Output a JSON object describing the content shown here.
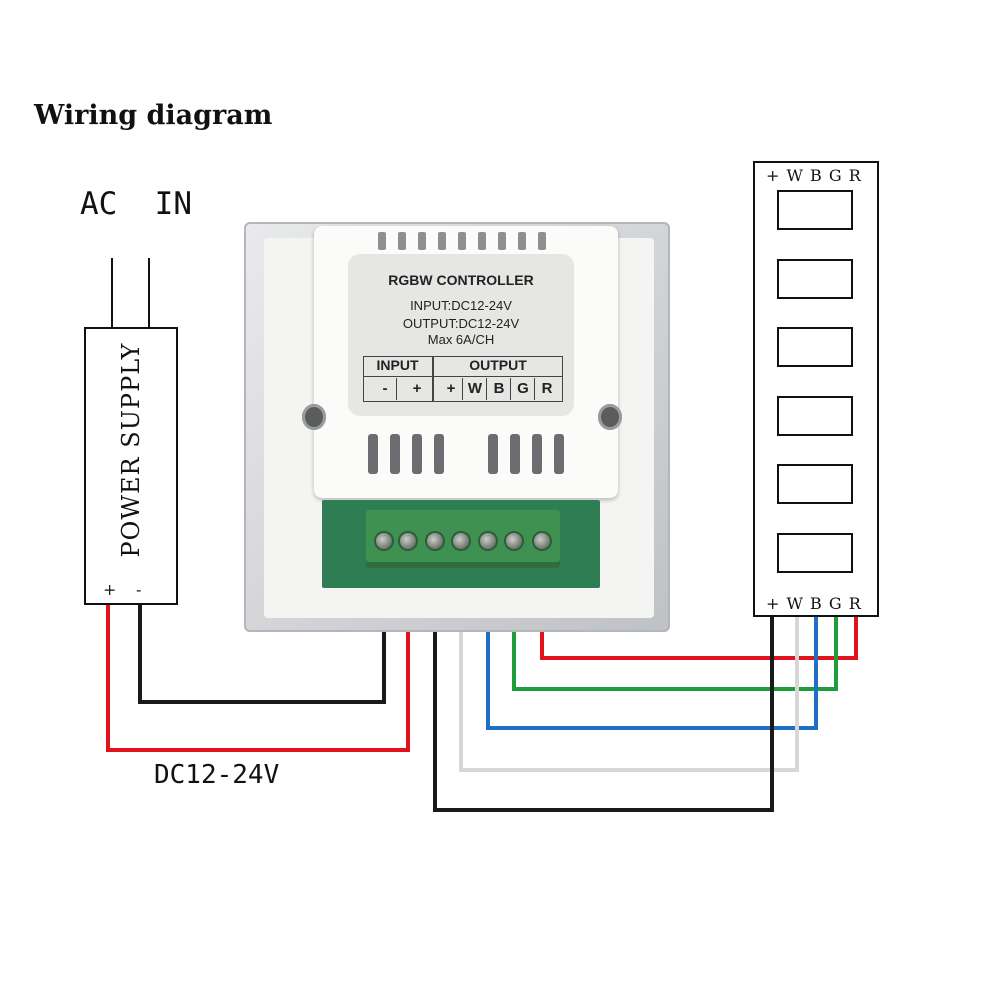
{
  "title": "Wiring diagram",
  "ac_in": "AC  IN",
  "power_supply": {
    "label": "POWER SUPPLY",
    "plus": "+",
    "minus": "-"
  },
  "dc_voltage": "DC12-24V",
  "controller": {
    "title": "RGBW CONTROLLER",
    "input_spec": "INPUT:DC12-24V",
    "output_spec": "OUTPUT:DC12-24V",
    "max_current": "Max 6A/CH",
    "input_header": "INPUT",
    "output_header": "OUTPUT",
    "terminals": [
      "-",
      "+",
      "+",
      "W",
      "B",
      "G",
      "R"
    ]
  },
  "led_strip": {
    "top_terminals": "+ W B G R",
    "bottom_terminals": "+ W B G R",
    "chip_count": 6
  },
  "colors": {
    "negative_wire": "#1a1a1a",
    "positive_wire": "#e0121b",
    "white_channel": "#d7d7d7",
    "blue_channel": "#1f6fc4",
    "green_channel": "#1d9e3a",
    "red_channel": "#e0121b",
    "common_plus": "#1a1a1a"
  }
}
